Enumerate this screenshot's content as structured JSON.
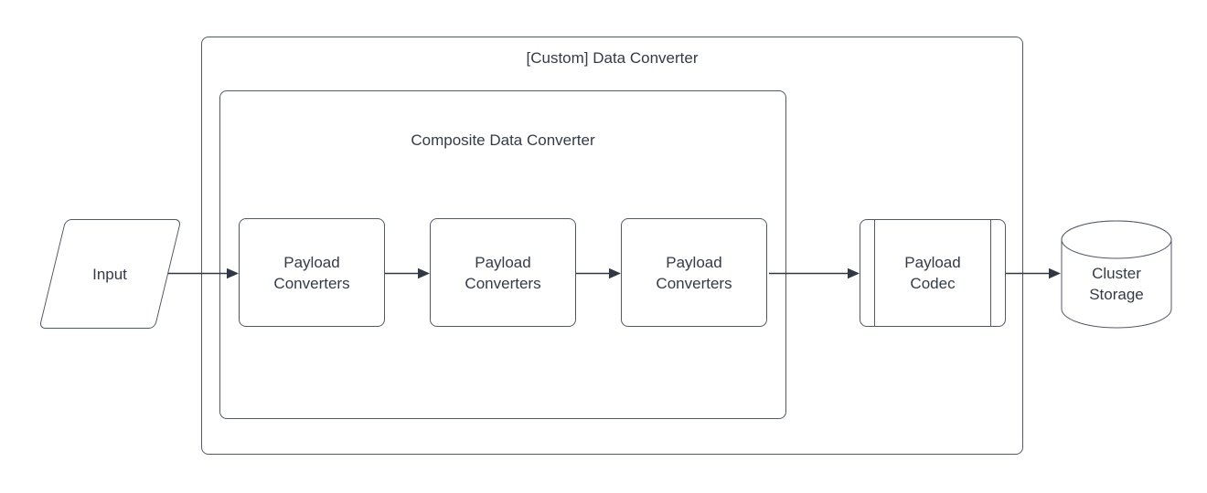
{
  "diagram": {
    "type": "flowchart",
    "containers": {
      "outer": {
        "label": "[Custom] Data Converter"
      },
      "inner": {
        "label": "Composite Data Converter"
      }
    },
    "nodes": {
      "input": {
        "label": "Input",
        "shape": "parallelogram"
      },
      "payload_converter_1": {
        "label": "Payload\nConverters",
        "shape": "rounded-rectangle"
      },
      "payload_converter_2": {
        "label": "Payload\nConverters",
        "shape": "rounded-rectangle"
      },
      "payload_converter_3": {
        "label": "Payload\nConverters",
        "shape": "rounded-rectangle"
      },
      "payload_codec": {
        "label": "Payload\nCodec",
        "shape": "predefined-process"
      },
      "cluster_storage": {
        "label": "Cluster\nStorage",
        "shape": "cylinder"
      }
    },
    "edges": [
      {
        "from": "input",
        "to": "payload_converter_1"
      },
      {
        "from": "payload_converter_1",
        "to": "payload_converter_2"
      },
      {
        "from": "payload_converter_2",
        "to": "payload_converter_3"
      },
      {
        "from": "payload_converter_3",
        "to": "payload_codec"
      },
      {
        "from": "payload_codec",
        "to": "cluster_storage"
      }
    ],
    "colors": {
      "background": "#ffffff",
      "shape_stroke": "#515866",
      "arrow": "#2f3845",
      "text": "#333b49"
    }
  }
}
